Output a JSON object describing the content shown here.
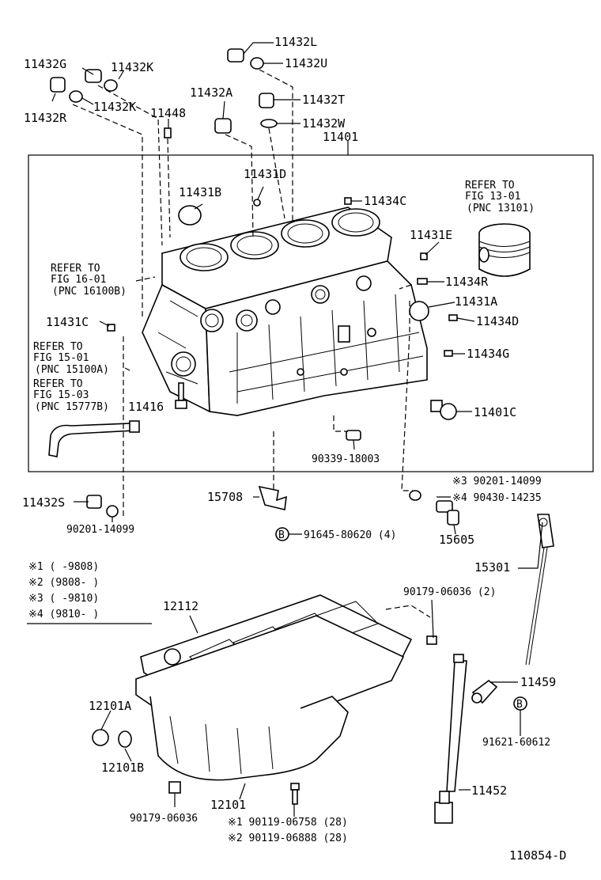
{
  "labels": {
    "p11432L": "11432L",
    "p11432U": "11432U",
    "p11432G": "11432G",
    "p11432K_top": "11432K",
    "p11432R": "11432R",
    "p11432K_mid": "11432K",
    "p11448": "11448",
    "p11432A": "11432A",
    "p11432T": "11432T",
    "p11432W": "11432W",
    "p11401": "11401",
    "p11431D": "11431D",
    "p11431B": "11431B",
    "p11434C": "11434C",
    "p11431E": "11431E",
    "p11434R": "11434R",
    "p11431A": "11431A",
    "p11431C": "11431C",
    "p11434D": "11434D",
    "p11434G": "11434G",
    "p11416": "11416",
    "p11401C": "11401C",
    "p90339": "90339-18003",
    "p11432S": "11432S",
    "p90201_left": "90201-14099",
    "p15708": "15708",
    "p91645": "91645-80620 (4)",
    "p15605": "15605",
    "p15301": "15301",
    "p90179_2": "90179-06036 (2)",
    "p12112": "12112",
    "p11459": "11459",
    "p91621": "91621-60612",
    "p12101A": "12101A",
    "p12101B": "12101B",
    "p12101": "12101",
    "p90179_bottom": "90179-06036",
    "p11452": "11452",
    "note3": "※3 90201-14099",
    "note4": "※4 90430-14235",
    "bolt1": "※1 90119-06758 (28)",
    "bolt2": "※2 90119-06888 (28)",
    "diagram_id": "110854-D"
  },
  "refs": {
    "piston": [
      "REFER TO",
      "FIG 13-01",
      "(PNC 13101)"
    ],
    "fig16": [
      "REFER TO",
      "FIG 16-01",
      "(PNC 16100B)"
    ],
    "fig15a": [
      "REFER TO",
      "FIG 15-01",
      "(PNC 15100A)"
    ],
    "fig15b": [
      "REFER TO",
      "FIG 15-03",
      "(PNC 15777B)"
    ]
  },
  "legend": {
    "l1": "※1 (     -9808)",
    "l2": "※2 (9808-     )",
    "l3": "※3 (     -9810)",
    "l4": "※4 (9810-     )"
  },
  "washer_mark": "B"
}
